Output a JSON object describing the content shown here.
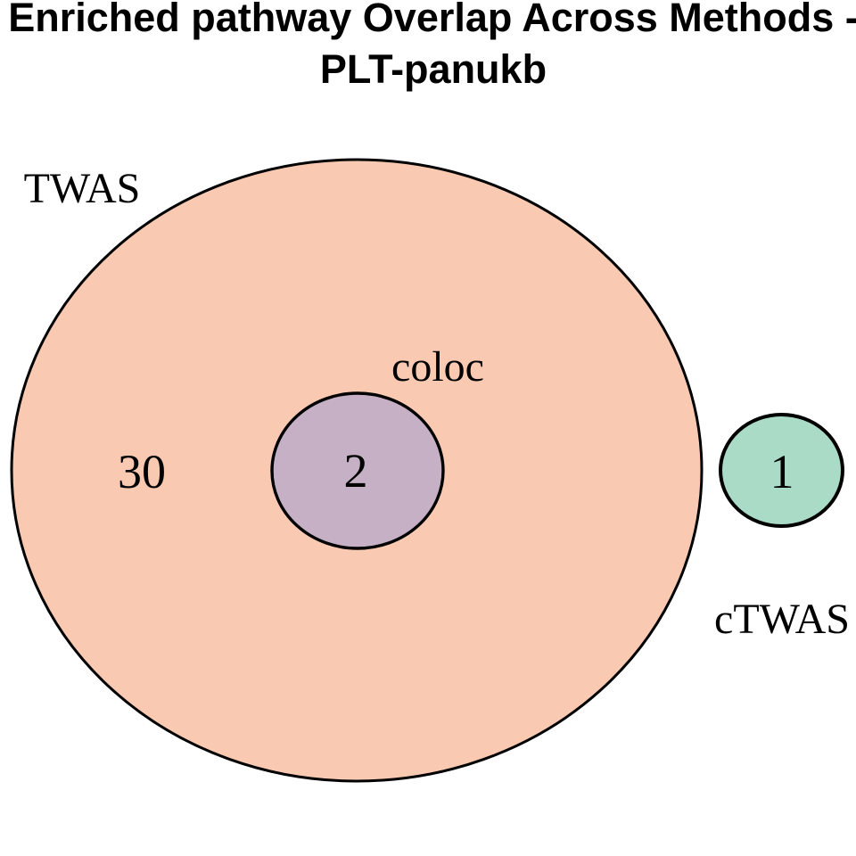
{
  "title": {
    "line1": "Enriched pathway Overlap Across Methods -",
    "line2": "PLT-panukb",
    "full": "Enriched pathway Overlap Across Methods - PLT-panukb"
  },
  "labels": {
    "twas": "TWAS",
    "coloc": "coloc",
    "ctwas": "cTWAS"
  },
  "counts": {
    "twas_only": "30",
    "twas_coloc_overlap": "2",
    "ctwas_only": "1"
  },
  "colors": {
    "twas_fill": "#FAC9B2",
    "coloc_fill": "#C5B0C5",
    "ctwas_fill": "#A9DBC6",
    "outline": "#000000",
    "background": "#ffffff",
    "text": "#000000"
  },
  "chart_data": {
    "type": "venn",
    "title": "Enriched pathway Overlap Across Methods - PLT-panukb",
    "sets": [
      "TWAS",
      "coloc",
      "cTWAS"
    ],
    "regions": [
      {
        "sets": [
          "TWAS"
        ],
        "value": 30
      },
      {
        "sets": [
          "TWAS",
          "coloc"
        ],
        "value": 2
      },
      {
        "sets": [
          "cTWAS"
        ],
        "value": 1
      }
    ],
    "relationships": {
      "coloc_subset_of_twas": true,
      "ctwas_disjoint_from_others": true
    },
    "region_colors": {
      "TWAS": "#FAC9B2",
      "TWAS_coloc_overlap": "#C5B0C5",
      "cTWAS": "#A9DBC6"
    },
    "legend_position": "none",
    "grid": false
  }
}
